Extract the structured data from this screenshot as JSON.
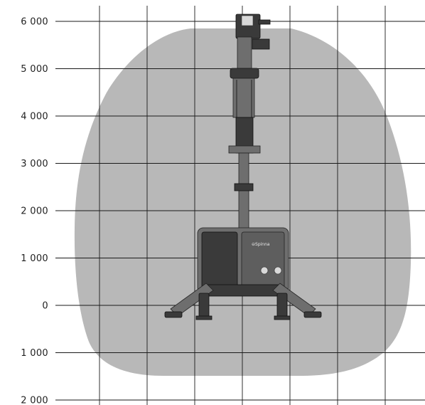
{
  "title": "",
  "colors": {
    "envelope": "#b8b8b8",
    "grid": "#1a1a1a",
    "machine_body": "#6e6e6e",
    "machine_dark": "#3a3a3a",
    "machine_light": "#d9d9d9",
    "background": "#ffffff"
  },
  "y_axis": {
    "labels": [
      "6 000",
      "5 000",
      "4 000",
      "3 000",
      "2 000",
      "1 000",
      "0",
      "1 000",
      "2 000"
    ]
  },
  "machine": {
    "brand_label": "⊖Spinna"
  }
}
